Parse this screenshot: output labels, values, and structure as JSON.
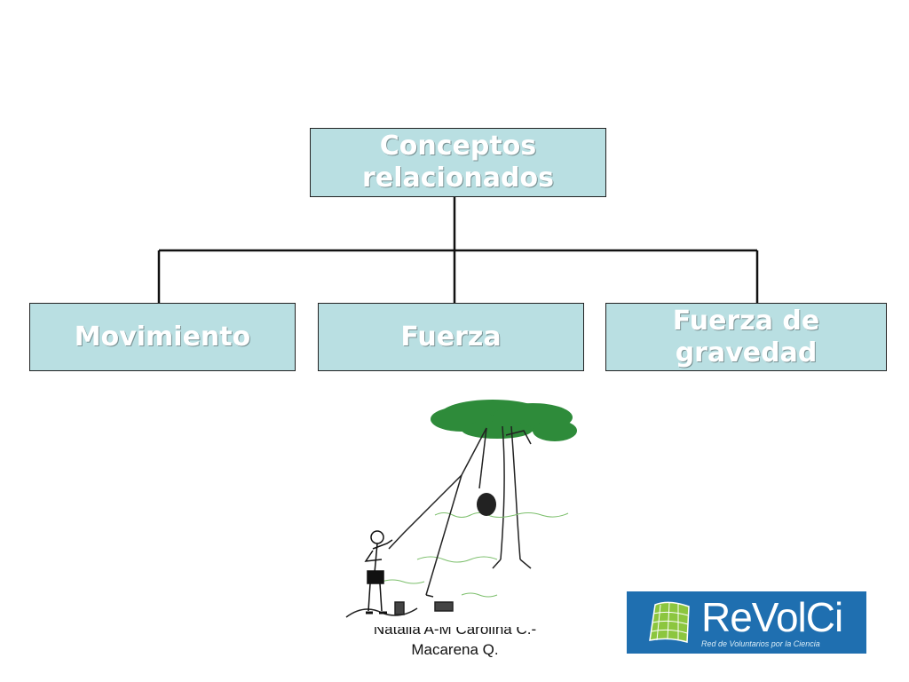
{
  "diagram": {
    "root": {
      "lines": [
        "Conceptos",
        "relacionados"
      ]
    },
    "children": [
      {
        "label": "Movimiento"
      },
      {
        "label": "Fuerza"
      },
      {
        "lines": [
          "Fuerza de",
          "gravedad"
        ]
      }
    ]
  },
  "illustration": {
    "icon": "boy-pulling-rope-tree-illustration"
  },
  "credit": {
    "line1": "Natalia A-M  Carolina C.-",
    "line2": "Macarena Q."
  },
  "logo": {
    "brand": "ReVolCi",
    "tagline": "Red de Voluntarios por la Ciencia"
  },
  "colors": {
    "box_fill": "#b9dfe2",
    "logo_bg": "#1f6fb0",
    "logo_mark": "#8cc63f"
  }
}
